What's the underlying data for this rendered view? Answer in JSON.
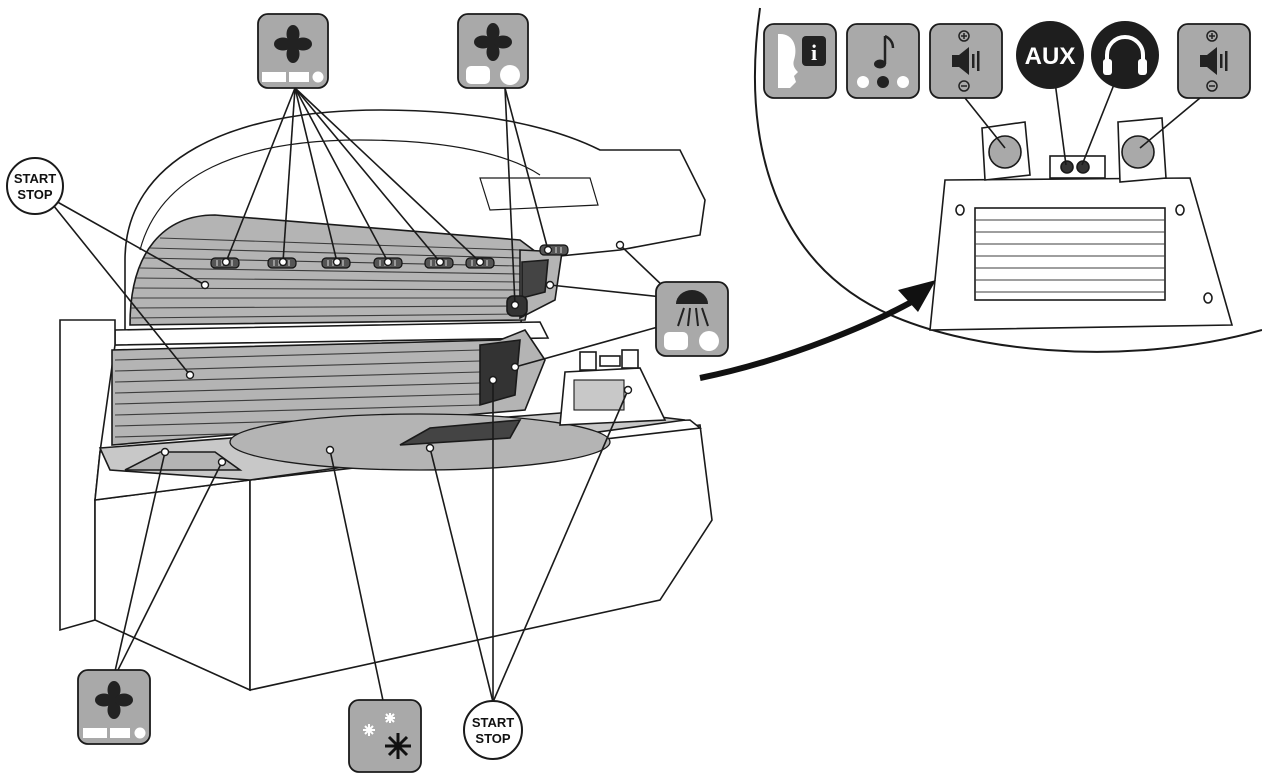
{
  "labels": {
    "start_stop_line1": "START",
    "start_stop_line2": "STOP",
    "aux": "AUX"
  },
  "icons": {
    "fan_upper_left": "fan-icon",
    "fan_upper_right": "fan-icon",
    "fan_lower_left": "fan-icon",
    "shoulder_lamp": "lamp-icon",
    "cooling": "snowflake-icon",
    "info_voice": "info-voice-icon",
    "music": "music-note-icon",
    "volume_left": "speaker-volume-icon",
    "aux": "aux-icon",
    "headphones": "headphones-icon",
    "volume_right": "speaker-volume-icon"
  },
  "colors": {
    "icon_bg": "#a9a9a9",
    "line": "#1a1a1a",
    "panel_gray": "#b4b4b4",
    "accent_dark": "#1e1e1e",
    "white": "#ffffff"
  }
}
